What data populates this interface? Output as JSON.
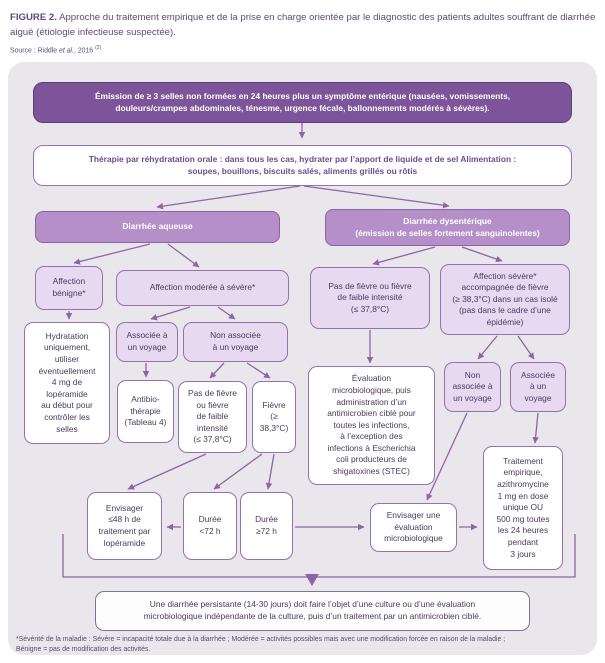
{
  "title": {
    "label": "FIGURE 2.",
    "text": "Approche du traitement empirique et de la prise en charge orientée par le diagnostic des patients adultes souffrant de diarrhée aiguë (étiologie infectieuse suspectée).",
    "source_prefix": "Source : Riddle ",
    "source_etal": "et al.",
    "source_suffix": ", 2016 ",
    "source_ref": "(2)"
  },
  "nodes": {
    "screening": [
      "Émission de ≥ 3 selles non formées en 24 heures plus un symptôme entérique (nausées, vomissements,",
      "douleurs/crampes abdominales, ténesme, urgence fécale, ballonnements modérés à sévères)."
    ],
    "rehydration": [
      "Thérapie par réhydratation orale : dans tous les cas, hydrater par l’apport de liquide et de sel Alimentation :",
      "soupes, bouillons, biscuits salés, aliments grillés ou rôtis"
    ],
    "watery_header": "Diarrhée aqueuse",
    "dysenteric_header": [
      "Diarrhée dysentérique",
      "(émission de selles fortement sanguinolentes)"
    ],
    "benign": [
      "Affection",
      "bénigne*"
    ],
    "moderate_severe": "Affection modérée à sévère*",
    "no_fever_dysenteric": [
      "Pas de fièvre ou fièvre",
      "de faible intensité",
      "(≤ 37,8°C)"
    ],
    "severe_fever": [
      "Affection sévère*",
      "accompagnée de fièvre",
      "(≥ 38,3°C) dans un cas isolé",
      "(pas dans le cadre d’une",
      "épidémie)"
    ],
    "hydration_only": [
      "Hydratation",
      "uniquement,",
      "utiliser",
      "éventuellement",
      "4 mg de",
      "lopéramide",
      "au début pour",
      "contrôler les",
      "selles"
    ],
    "travel_yes_left": [
      "Associée à",
      "un voyage"
    ],
    "travel_no_left": [
      "Non associée",
      "à un voyage"
    ],
    "antibiotherapy": [
      "Antibio-",
      "thérapie",
      "(Tableau 4)"
    ],
    "no_fever_small": [
      "Pas de fièvre",
      "ou fièvre",
      "de faible",
      "intensité",
      "(≤ 37,8°C)"
    ],
    "fever_small": [
      "Fièvre",
      "(≥ 38,3°C)"
    ],
    "micro_eval_targeted": [
      "Évaluation",
      "microbiologique, puis",
      "administration d’un",
      "antimicrobien ciblé pour",
      "toutes les infections,",
      "à l’exception des",
      "infections à Escherichia",
      "coli producteurs de",
      "shigatoxines (STEC)"
    ],
    "travel_no_right": [
      "Non",
      "associée à",
      "un voyage"
    ],
    "travel_yes_right": [
      "Associée",
      "à un",
      "voyage"
    ],
    "empirical_treatment": [
      "Traitement",
      "empirique,",
      "azithromycine",
      "1 mg en dose",
      "unique OU",
      "500 mg toutes",
      "les 24 heures",
      "pendant",
      "3 jours"
    ],
    "consider_loperamide": [
      "Envisager",
      "≤48 h de",
      "traitement par",
      "lopéramide"
    ],
    "duration_lt72": [
      "Durée",
      "<72 h"
    ],
    "duration_gte72": [
      "Durée",
      "≥72 h"
    ],
    "consider_micro_eval": [
      "Envisager une",
      "évaluation",
      "microbiologique"
    ],
    "persistent": [
      "Une diarrhée persistante (14-30 jours) doit faire l’objet d’une culture ou d’une évaluation",
      "microbiologique indépendante de la culture, puis d’un traitement par un antimicrobien ciblé."
    ]
  },
  "footnote": [
    "*Sévérité de la maladie : Sévère = incapacité totale due à la diarrhée ; Modérée = activités possibles mais avec une modification forcée en raison de la maladie ;",
    "Bénigne = pas de modification des activités."
  ],
  "colors": {
    "dark_purple": "#7d5499",
    "medium_purple": "#b58fc7",
    "light_purple": "#e7d9f0",
    "line_purple": "#9063a8",
    "panel_background": "#e9e6ec",
    "title_text": "#61487e"
  }
}
